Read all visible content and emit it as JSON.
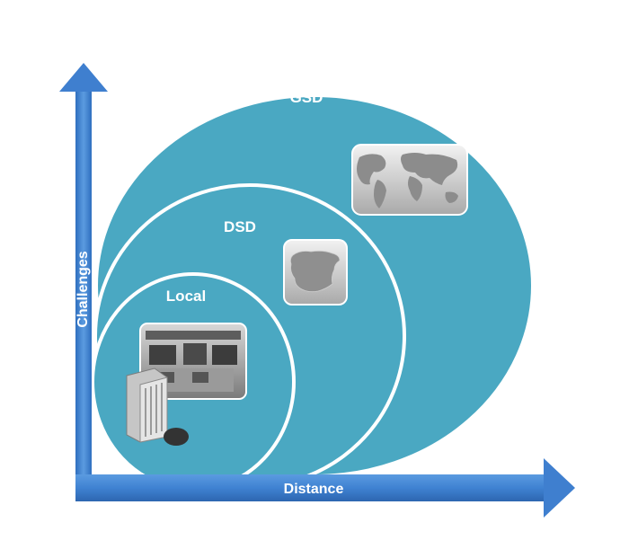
{
  "diagram": {
    "y_axis_label": "Challenges",
    "x_axis_label": "Distance",
    "regions": [
      {
        "label": "GSD",
        "image": "world-map"
      },
      {
        "label": "DSD",
        "image": "country-map"
      },
      {
        "label": "Local",
        "image": "office-photo"
      }
    ]
  },
  "colors": {
    "circle_fill": "#4aa8c2",
    "circle_outline": "#ffffff",
    "arrow": "#3f7fcf",
    "label_text": "#ffffff"
  }
}
